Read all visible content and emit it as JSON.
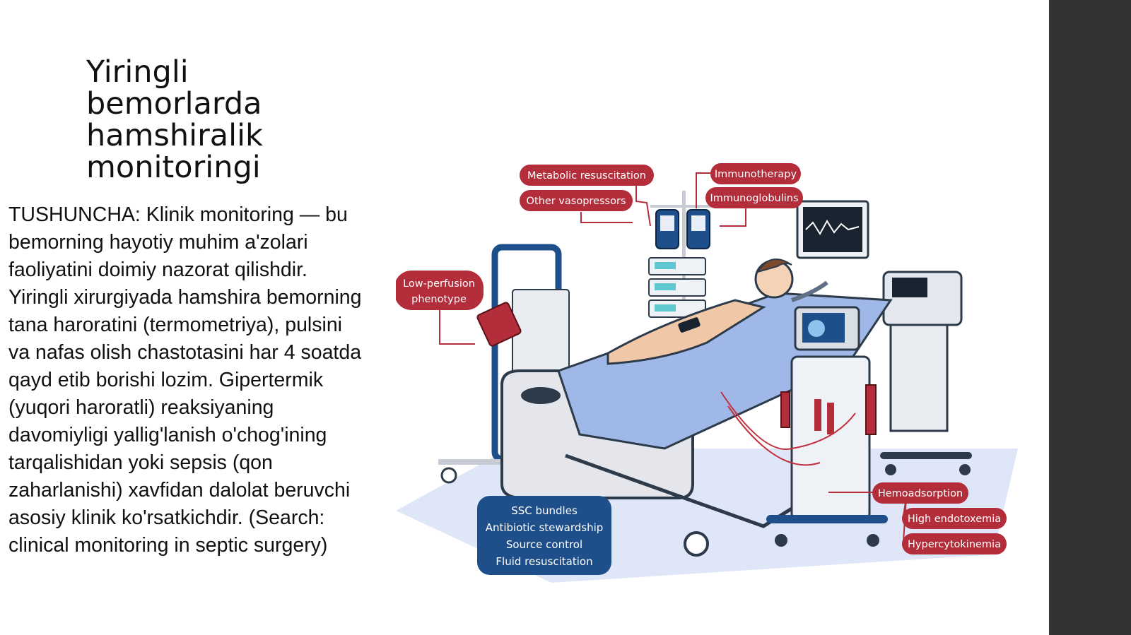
{
  "slide": {
    "title": "Yiringli\nbemorlarda\nhamshiralik\nmonitoringi",
    "body": "TUSHUNCHA: Klinik monitoring — bu bemorning hayotiy muhim a'zolari faoliyatini doimiy nazorat qilishdir. Yiringli xirurgiyada hamshira bemorning tana haroratini (termometriya), pulsini va nafas olish chastotasini har 4 soatda qayd etib borishi lozim. Gipertermik (yuqori haroratli) reaksiyaning davomiyligi yallig'lanish o'chog'ining tarqalishidan yoki sepsis (qon zaharlanishi) xavfidan dalolat beruvchi asosiy klinik ko'rsatkichdir. (Search: clinical monitoring in septic surgery)"
  },
  "illustration": {
    "labels": {
      "metabolic": "Metabolic resuscitation",
      "vasopressors": "Other vasopressors",
      "immunotherapy": "Immunotherapy",
      "immunoglobulins": "Immunoglobulins",
      "low_perfusion_1": "Low-perfusion",
      "low_perfusion_2": "phenotype",
      "hemoadsorption": "Hemoadsorption",
      "endotoxemia": "High endotoxemia",
      "hypercytokinemia": "Hypercytokinemia",
      "ssc_1": "SSC bundles",
      "ssc_2": "Antibiotic stewardship",
      "ssc_3": "Source control",
      "ssc_4": "Fluid resuscitation"
    },
    "colors": {
      "label_red": "#b32d3a",
      "label_navy": "#1f4f8a",
      "floor": "#dfe6f7",
      "sheet": "#9fb8e8",
      "sidebar": "#333333"
    }
  }
}
